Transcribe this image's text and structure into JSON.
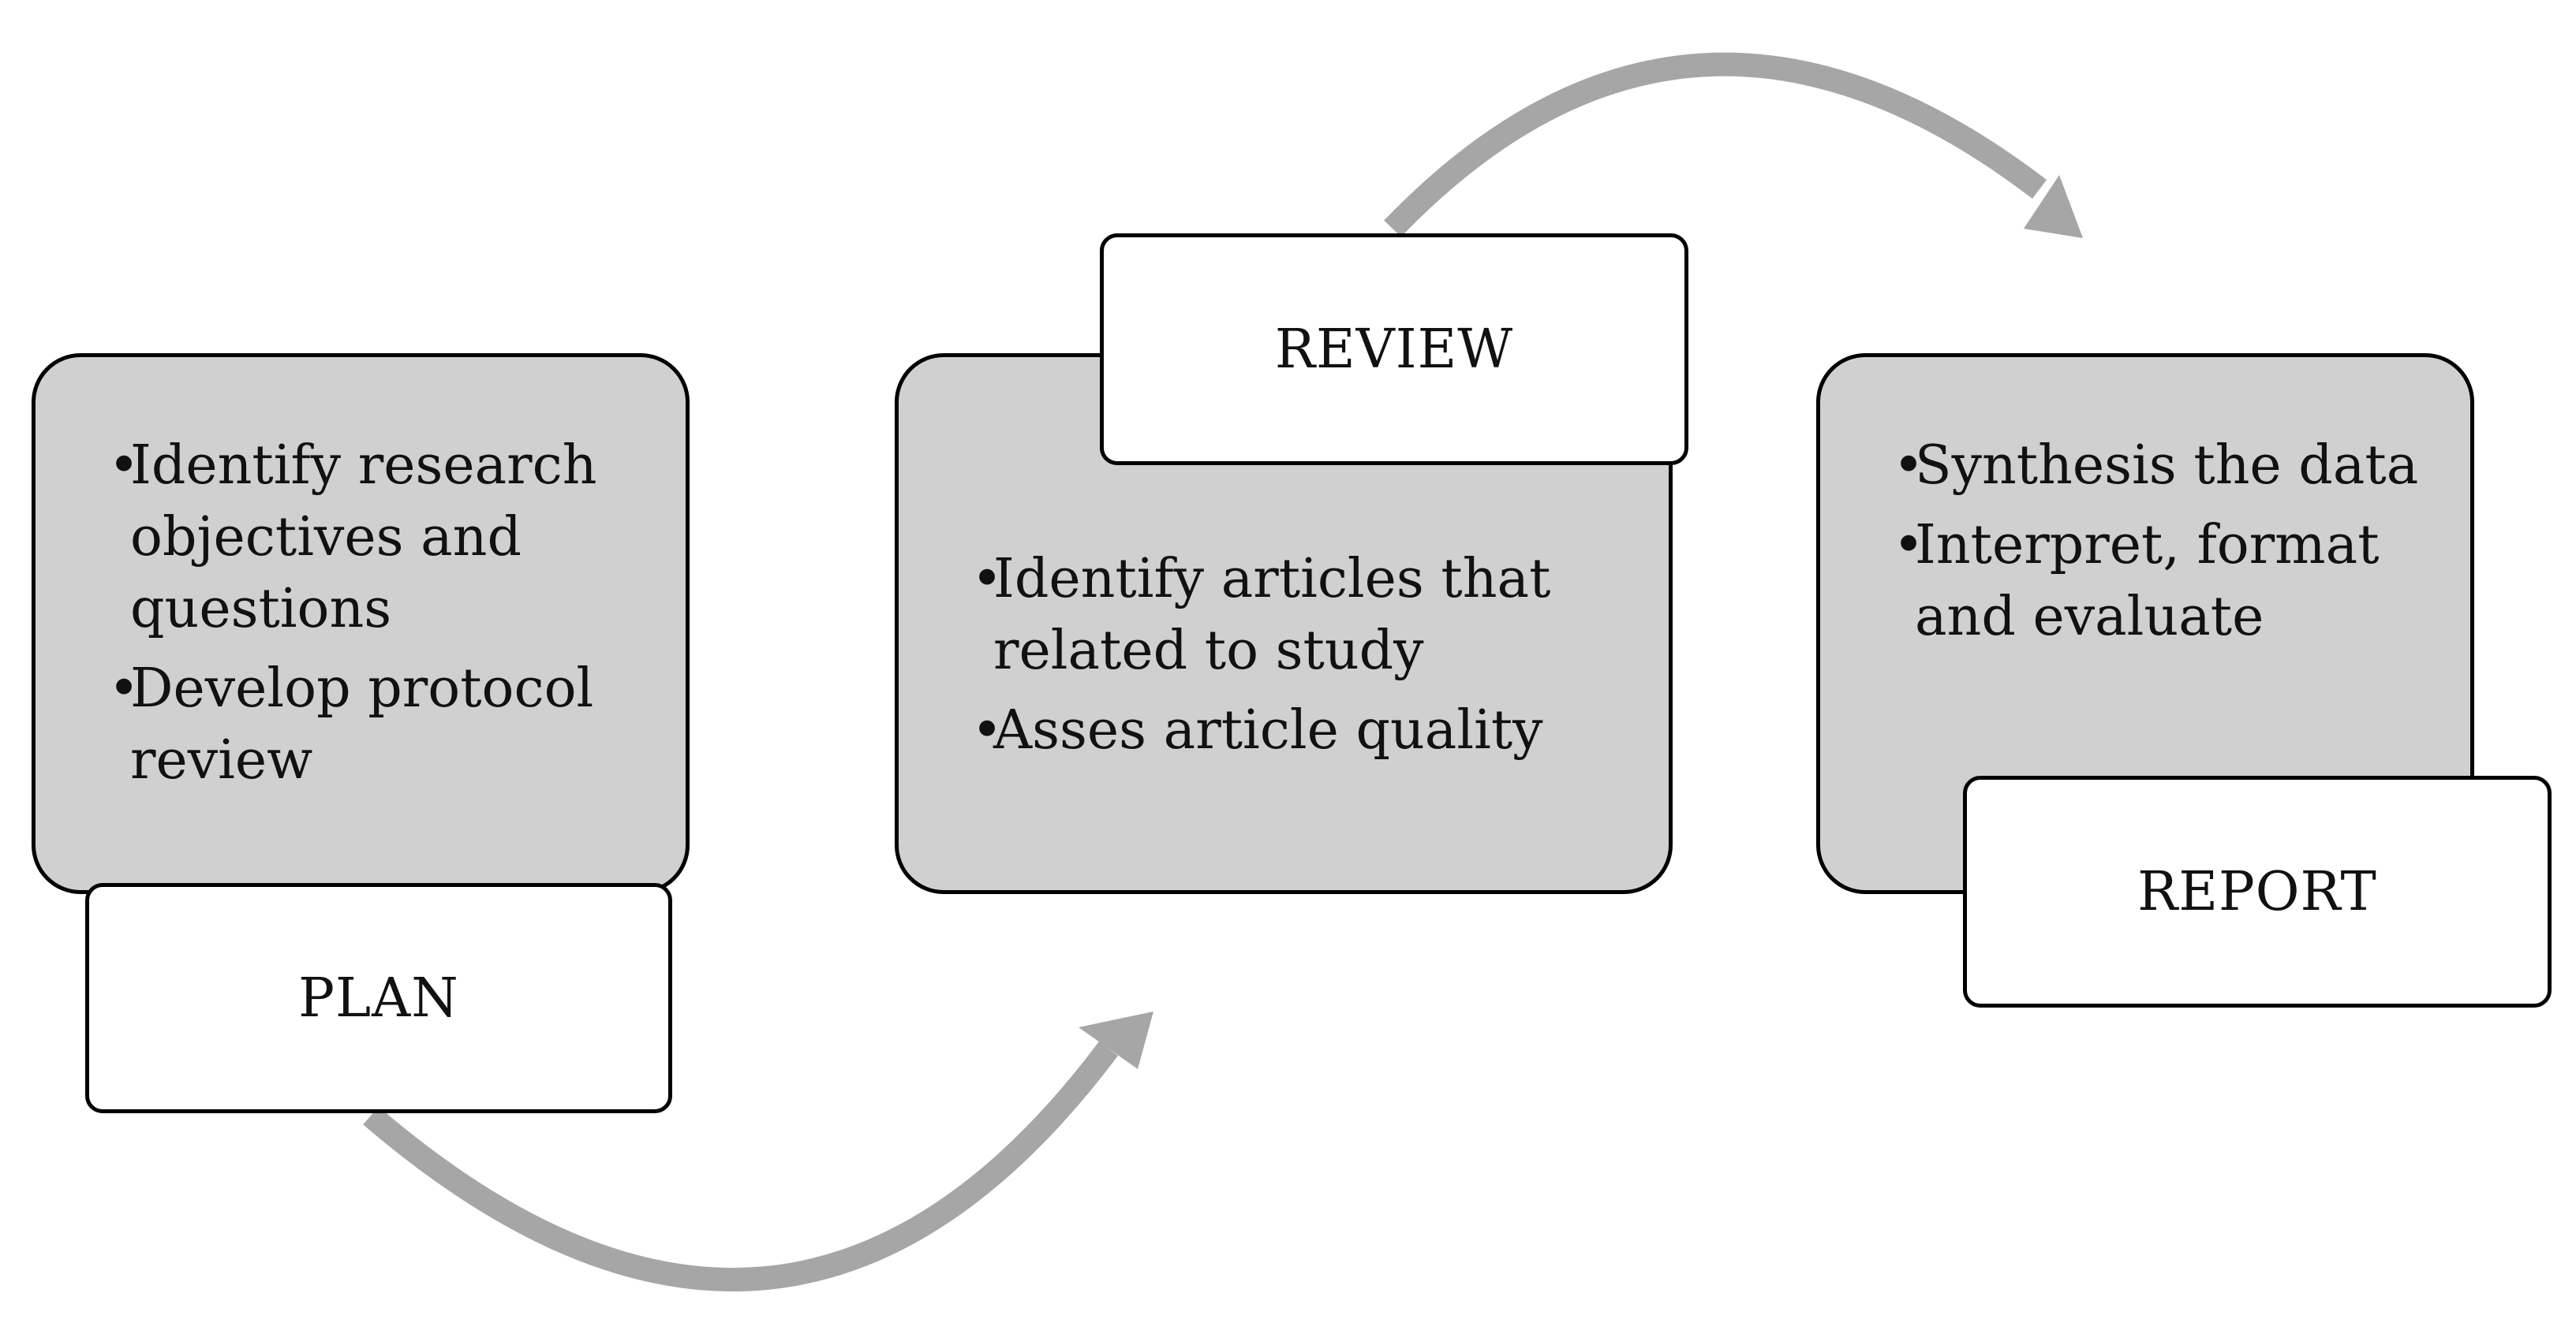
{
  "colors": {
    "card_fill": "#d0d0d0",
    "label_fill": "#ffffff",
    "border": "#000000",
    "arrow": "#a6a6a6"
  },
  "stages": [
    {
      "label": "PLAN",
      "items": [
        "Identify research objectives and questions",
        "Develop protocol review"
      ]
    },
    {
      "label": "REVIEW",
      "items": [
        "Identify articles that related to study",
        "Asses article quality"
      ]
    },
    {
      "label": "REPORT",
      "items": [
        "Synthesis the data",
        "Interpret, format and evaluate"
      ]
    }
  ]
}
